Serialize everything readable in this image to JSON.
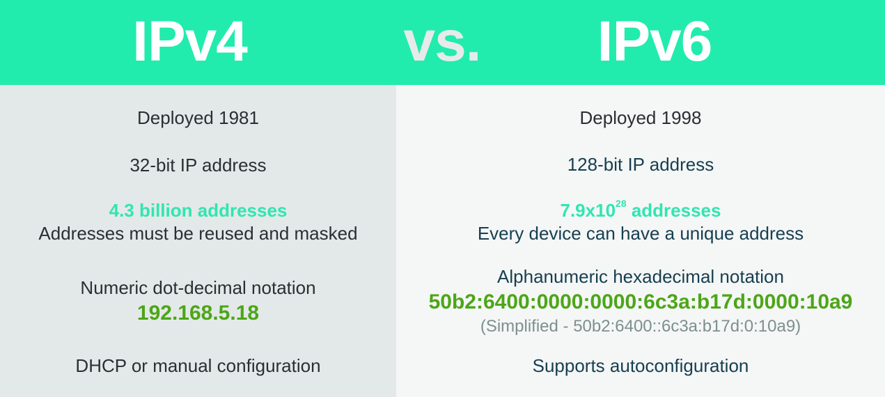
{
  "header": {
    "left_title": "IPv4",
    "vs": "vs.",
    "right_title": "IPv6"
  },
  "ipv4": {
    "deployed": "Deployed 1981",
    "bits": "32-bit IP address",
    "addresses_highlight": "4.3 billion addresses",
    "addresses_note": "Addresses must be reused and masked",
    "notation": "Numeric dot-decimal notation",
    "example": "192.168.5.18",
    "configuration": "DHCP or manual configuration"
  },
  "ipv6": {
    "deployed": "Deployed 1998",
    "bits": "128-bit IP address",
    "addresses_base": "7.9x10",
    "addresses_exponent": "28",
    "addresses_suffix": " addresses",
    "addresses_note": "Every device can have a unique address",
    "notation": "Alphanumeric hexadecimal notation",
    "example": "50b2:6400:0000:0000:6c3a:b17d:0000:10a9",
    "simplified": "(Simplified - 50b2:6400::6c3a:b17d:0:10a9)",
    "configuration": "Supports autoconfiguration"
  },
  "colors": {
    "header_bg": "#21ecad",
    "left_panel_bg": "#e3e9e8",
    "right_panel_bg": "#f5f6f6",
    "highlight_teal": "#30e6b0",
    "example_green": "#4ca617",
    "right_text_navy": "#163f4f"
  }
}
